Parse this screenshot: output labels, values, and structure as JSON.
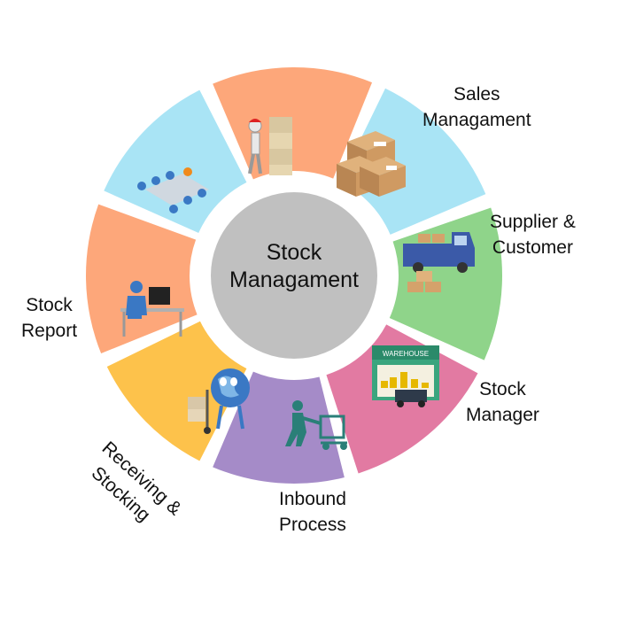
{
  "center": {
    "line1": "Stock",
    "line2": "Managament",
    "color": "#c0c0c0"
  },
  "segments": [
    {
      "id": "sales",
      "line1": "Sales",
      "line2": "Managament",
      "color": "#a9e4f5",
      "icon": "boxes-icon"
    },
    {
      "id": "supplier",
      "line1": "Supplier &",
      "line2": "Customer",
      "color": "#8fd48a",
      "icon": "delivery-truck-icon"
    },
    {
      "id": "manager",
      "line1": "Stock",
      "line2": "Manager",
      "color": "#e27aa2",
      "icon": "warehouse-icon"
    },
    {
      "id": "inbound",
      "line1": "Inbound",
      "line2": "Process",
      "color": "#a58bc8",
      "icon": "hand-truck-worker-icon"
    },
    {
      "id": "receiving",
      "line1": "Receiving &",
      "line2": "Stocking",
      "color": "#fdc24b",
      "icon": "globe-hand-truck-icon"
    },
    {
      "id": "report",
      "line1": "Stock",
      "line2": "Report",
      "color": "#fda77a",
      "icon": "computer-desk-icon"
    },
    {
      "id": "meeting",
      "line1": "",
      "line2": "",
      "color": "#a9e4f5",
      "icon": "meeting-table-icon"
    },
    {
      "id": "stacking",
      "line1": "",
      "line2": "",
      "color": "#fda77a",
      "icon": "worker-boxes-icon"
    }
  ]
}
